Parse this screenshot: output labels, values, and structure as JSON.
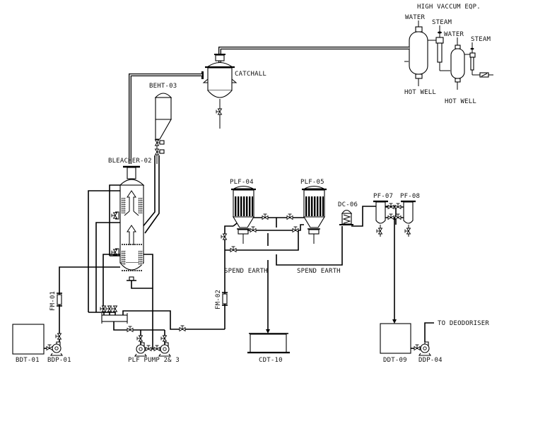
{
  "title": "Bleaching & Filtration Process Flow Diagram",
  "equipment": {
    "high_vacuum": {
      "label": "HIGH VACCUM EQP."
    },
    "condenser_1": {
      "water_label": "WATER",
      "steam_label": "STEAM",
      "outlet_label": "HOT WELL"
    },
    "condenser_2": {
      "water_label": "WATER",
      "steam_label": "STEAM",
      "outlet_label": "HOT WELL"
    },
    "catchall": {
      "label": "CATCHALL"
    },
    "beht_03": {
      "label": "BEHT-03"
    },
    "bleacher_02": {
      "label": "BLEACHER-02"
    },
    "plf_04": {
      "label": "PLF-04"
    },
    "plf_05": {
      "label": "PLF-05"
    },
    "dc_06": {
      "label": "DC-06"
    },
    "pf_07": {
      "label": "PF-07"
    },
    "pf_08": {
      "label": "PF-08"
    },
    "fm_01": {
      "label": "FM-01"
    },
    "fm_02": {
      "label": "FM-02"
    },
    "bdt_01": {
      "label": "BDT-01"
    },
    "bdp_01": {
      "label": "BDP-01"
    },
    "plf_pumps": {
      "label": "PLF PUMP 2& 3"
    },
    "cdt_10": {
      "label": "CDT-10"
    },
    "ddt_09": {
      "label": "DDT-09"
    },
    "ddp_04": {
      "label": "DDP-04"
    }
  },
  "annotations": {
    "spend_earth_1": "SPEND EARTH",
    "spend_earth_2": "SPEND EARTH",
    "to_deodoriser": "TO DEODORISER"
  }
}
